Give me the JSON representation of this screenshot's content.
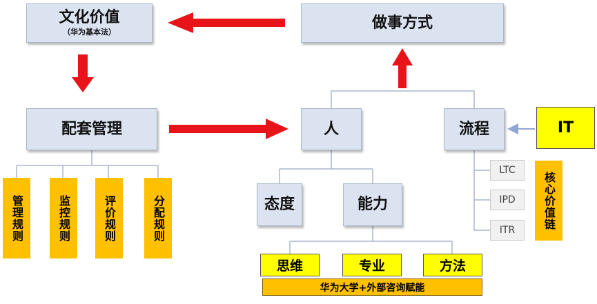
{
  "nodes": {
    "culture": {
      "title": "文化价值",
      "subtitle": "（华为基本法）"
    },
    "way_of_working": {
      "title": "做事方式"
    },
    "supporting_mgmt": {
      "title": "配套管理"
    },
    "people": {
      "title": "人"
    },
    "process": {
      "title": "流程"
    },
    "it": {
      "title": "IT"
    },
    "attitude": {
      "title": "态度"
    },
    "ability": {
      "title": "能力"
    }
  },
  "management_items": [
    "管理规则",
    "监控规则",
    "评价规则",
    "分配规则"
  ],
  "ability_items": [
    "思维",
    "专业",
    "方法"
  ],
  "enablement_bar": "华为大学+外部咨询赋能",
  "process_items": [
    "LTC",
    "IPD",
    "ITR"
  ],
  "core_value_chain": "核心价值链",
  "colors": {
    "box_fill": "#dbe3f1",
    "arrow_red": "#e8141a",
    "yellow": "#ffff00",
    "orange": "#ffc000",
    "connector": "#a9b6cc"
  }
}
